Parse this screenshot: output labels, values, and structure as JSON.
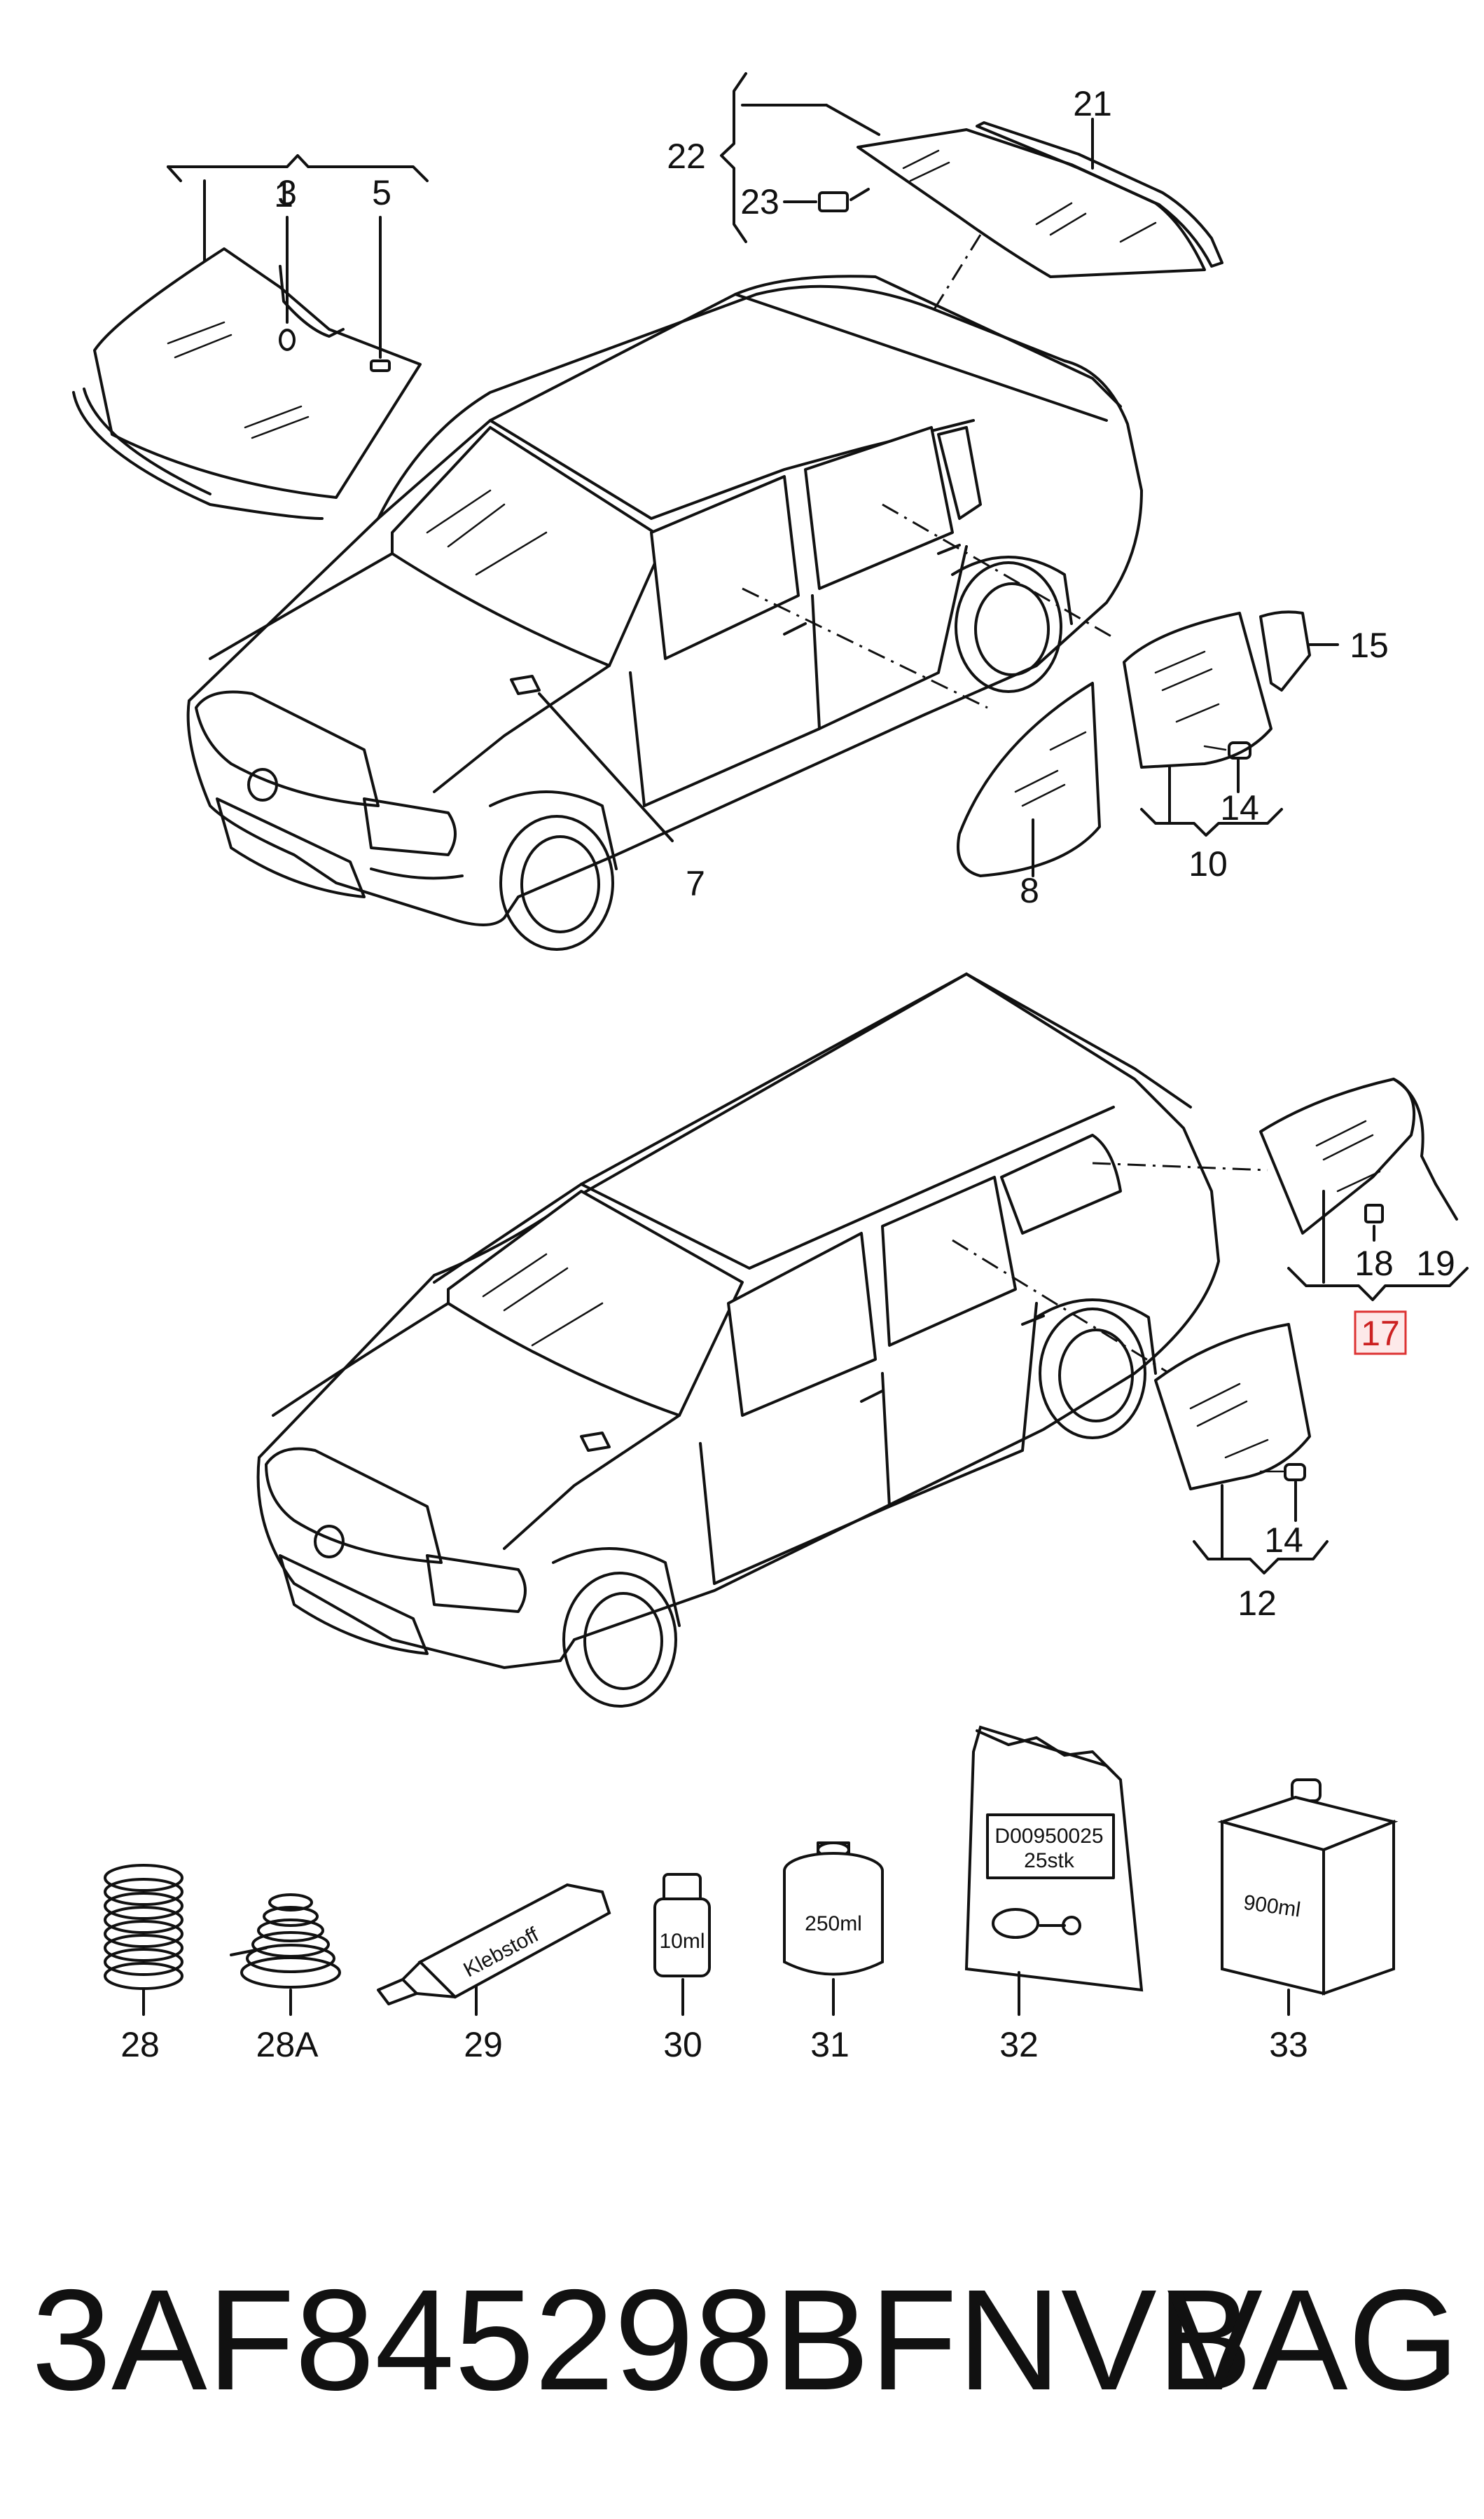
{
  "labels": {
    "l1": "1",
    "l3": "3",
    "l5": "5",
    "l7": "7",
    "l8": "8",
    "l10": "10",
    "l12": "12",
    "l14a": "14",
    "l14b": "14",
    "l15": "15",
    "l17": "17",
    "l18": "18",
    "l19": "19",
    "l21": "21",
    "l22": "22",
    "l23": "23",
    "l28": "28",
    "l28A": "28A",
    "l29": "29",
    "l30": "30",
    "l31": "31",
    "l32": "32",
    "l33": "33"
  },
  "packages": {
    "tube": "Klebstoff",
    "bottle_small": "10ml",
    "tin": "250ml",
    "bag_code": "D00950025",
    "bag_qty": "25stk",
    "canister": "900ml"
  },
  "highlight": {
    "part": "17",
    "color": "#cc2222"
  },
  "footer": {
    "part_number": "3AF845298BFNVB",
    "brand": "VAG"
  }
}
